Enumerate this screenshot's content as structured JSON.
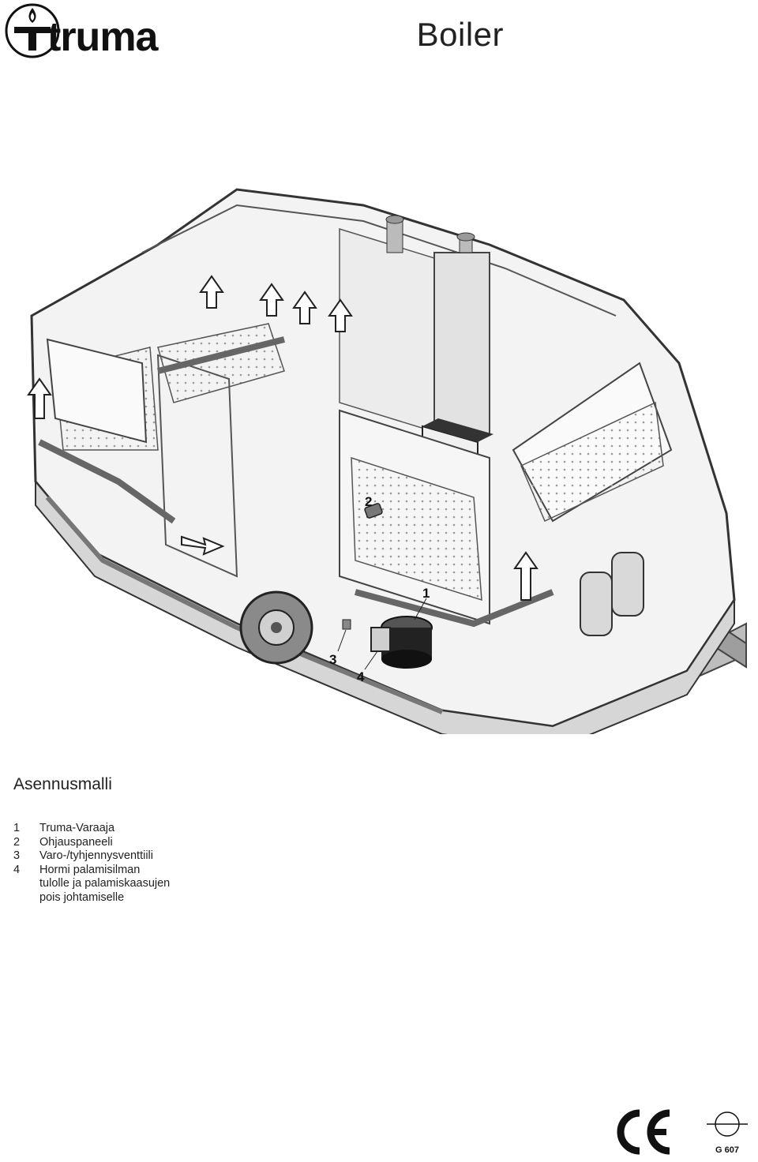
{
  "header": {
    "brand": "truma",
    "title": "Boiler"
  },
  "illustration": {
    "callouts": [
      "1",
      "2",
      "3",
      "4"
    ]
  },
  "section": {
    "title": "Asennusmalli"
  },
  "legend": [
    {
      "number": "1",
      "text": "Truma-Varaaja"
    },
    {
      "number": "2",
      "text": "Ohjauspaneeli"
    },
    {
      "number": "3",
      "text": "Varo-/tyhjennysventtiili"
    },
    {
      "number": "4",
      "text": "Hormi palamisilman\ntulolle ja palamiskaasujen\npois johtamiselle"
    }
  ],
  "footer": {
    "ce_mark": "CE",
    "approval_code": "G 607"
  }
}
